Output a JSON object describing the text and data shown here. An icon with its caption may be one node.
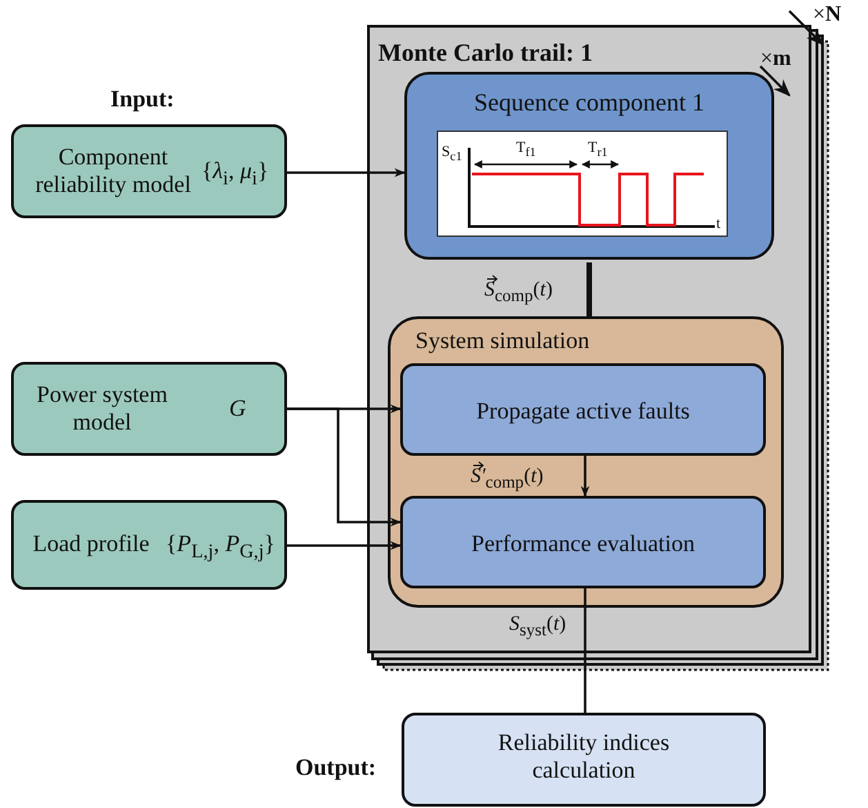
{
  "diagram": {
    "nodes": [
      {
        "text": [
          "Monte Carlo trail: 1"
        ],
        "beside": [
          "×**N**"
        ]
      },
      {
        "text": [
          "Sequence component 1"
        ],
        "in": 0,
        "beside": [
          "×**m**"
        ]
      },
      {
        "text": [
          "System simulation"
        ],
        "in": 0
      },
      {
        "text": [
          "Propagate active faults"
        ],
        "in": 2
      },
      {
        "text": [
          "Performance evaluation"
        ],
        "in": 2
      },
      {
        "text": [
          "Component reliability model",
          "{*λ*$_{i}$, *μ*$_{i}$}"
        ],
        "beside": [
          "Input:"
        ]
      },
      {
        "text": [
          "Power system model",
          "*G*"
        ]
      },
      {
        "text": [
          "Load profile",
          "{*P*$_{L,j}$, *P*$_{G,j}$}"
        ]
      },
      {
        "text": [
          "Reliability indices calculation"
        ],
        "beside": [
          "Output:"
        ]
      }
    ],
    "edges": [
      {
        "from": 5,
        "to": 1,
        "arrow": "to"
      },
      {
        "from": 6,
        "to": 3,
        "arrow": "to"
      },
      {
        "from": 6,
        "to": 4,
        "arrow": "to"
      },
      {
        "from": 7,
        "to": 4,
        "arrow": "to"
      },
      {
        "from": 1,
        "to": 2,
        "arrow": "none",
        "style": "thick",
        "label": "*S*$_{comp}$(*t*)"
      },
      {
        "from": 3,
        "to": 4,
        "arrow": "to",
        "label": "*S′*$_{comp}$(*t*)"
      },
      {
        "from": 4,
        "to": 8,
        "arrow": "none",
        "label": "*S*$_{syst}$(*t*)"
      }
    ],
    "labels": [
      "S$_{c1}$",
      "T$_{f1}$",
      "T$_{r1}$",
      "t"
    ]
  }
}
